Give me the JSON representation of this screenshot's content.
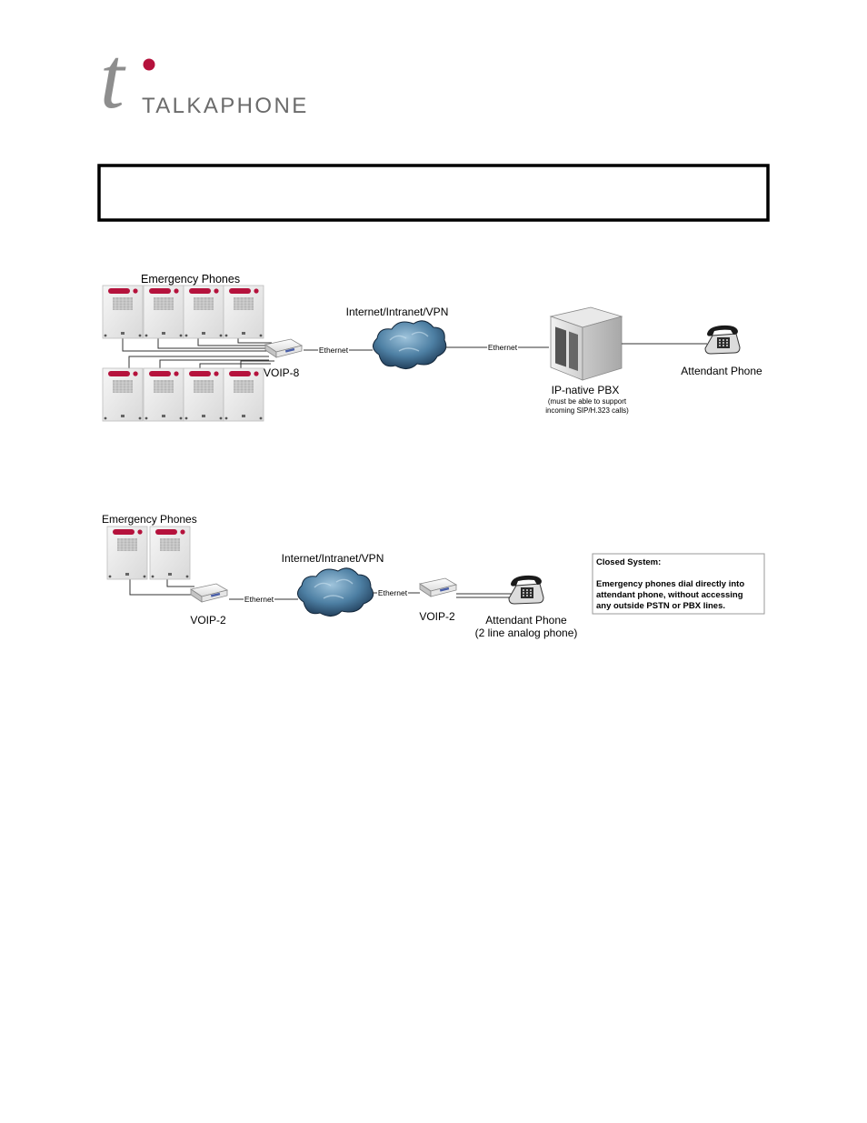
{
  "brand": {
    "name": "TALKAPHONE",
    "logo_letter": "t",
    "accent_color": "#b5123c"
  },
  "header_box": {
    "text": ""
  },
  "diagram1": {
    "emergency_phones_label": "Emergency Phones",
    "voip_label": "VOIP-8",
    "ethernet_left_label": "Ethernet",
    "cloud_label": "Internet/Intranet/VPN",
    "ethernet_right_label": "Ethernet",
    "pbx_label": "IP-native PBX",
    "pbx_note_line1": "(must be able to support",
    "pbx_note_line2": "incoming SIP/H.323 calls)",
    "attendant_label": "Attendant Phone",
    "phone_panel_count": 8
  },
  "diagram2": {
    "emergency_phones_label": "Emergency Phones",
    "voip_left_label": "VOIP-2",
    "ethernet_left_label": "Ethernet",
    "cloud_label": "Internet/Intranet/VPN",
    "ethernet_right_label": "Ethernet",
    "voip_right_label": "VOIP-2",
    "attendant_label_line1": "Attendant Phone",
    "attendant_label_line2": "(2 line analog phone)",
    "phone_panel_count": 2,
    "note": {
      "title": "Closed System:",
      "line1": "Emergency phones dial directly into",
      "line2": "attendant phone, without accessing",
      "line3": "any outside PSTN or PBX lines."
    }
  },
  "icons": {
    "emergency_phone_panel": "emergency-phone-panel-icon",
    "voip_device": "voip-gateway-icon",
    "cloud": "network-cloud-icon",
    "pbx_server": "pbx-server-icon",
    "desk_phone": "desk-phone-icon"
  }
}
